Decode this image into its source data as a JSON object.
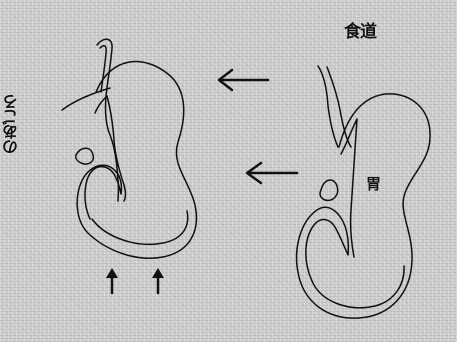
{
  "labels": {
    "esophagus": "食道",
    "stomach": "胃",
    "vertical_left": "のあごろ"
  }
}
